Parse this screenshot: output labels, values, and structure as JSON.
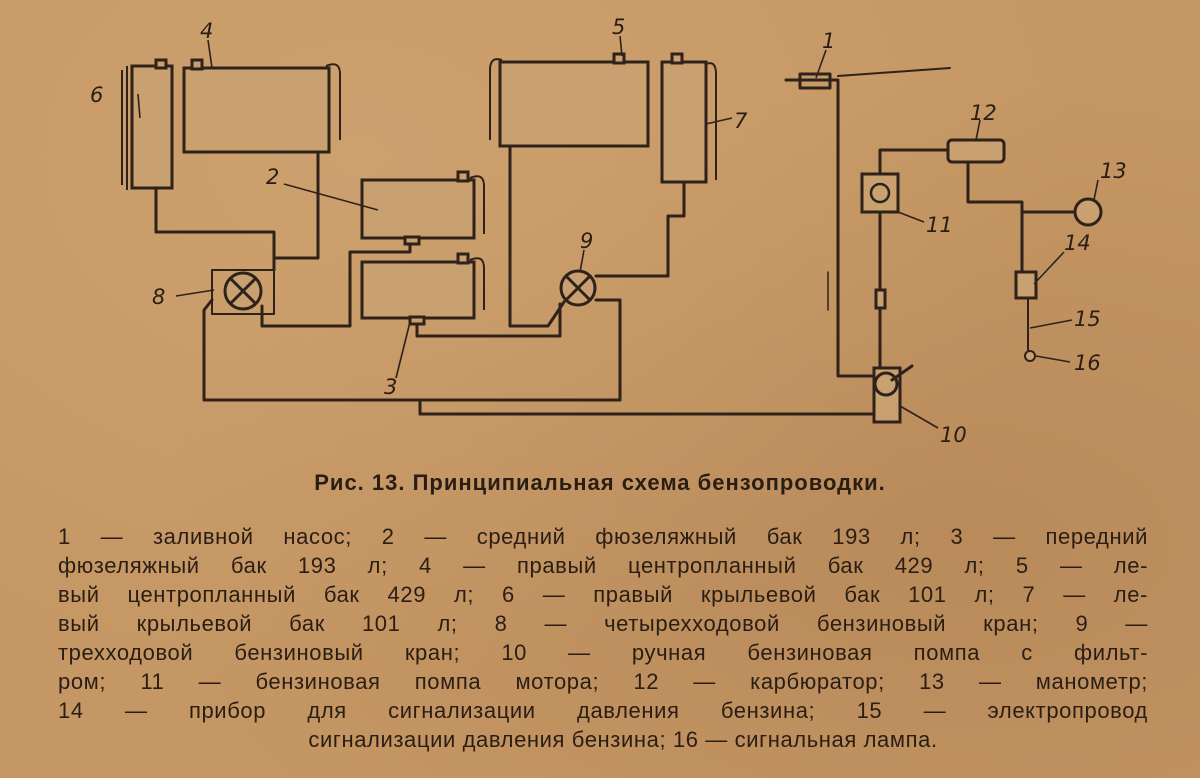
{
  "figure": {
    "labels": {
      "n1": "1",
      "n2": "2",
      "n3": "3",
      "n4": "4",
      "n5": "5",
      "n6": "6",
      "n7": "7",
      "n8": "8",
      "n9": "9",
      "n10": "10",
      "n11": "11",
      "n12": "12",
      "n13": "13",
      "n14": "14",
      "n15": "15",
      "n16": "16"
    },
    "caption": "Рис. 13. Принципиальная схема бензопроводки.",
    "legend_lines": [
      "1 — заливной насос; 2 — средний фюзеляжный бак 193 л; 3 — передний",
      "фюзеляжный бак 193 л; 4 — правый центропланный бак 429 л; 5 — ле-",
      "вый центропланный бак 429 л; 6 — правый крыльевой бак 101 л; 7 — ле-",
      "вый крыльевой бак 101 л; 8 — четырехходовой бензиновый кран; 9 —",
      "трехходовой бензиновый кран; 10 — ручная бензиновая помпа с фильт-",
      "ром; 11 — бензиновая помпа мотора; 12 — карбюратор; 13 — манометр;",
      "14 — прибор для сигнализации давления бензина; 15 — электропровод",
      "сигнализации давления бензина; 16 — сигнальная лампа."
    ]
  }
}
